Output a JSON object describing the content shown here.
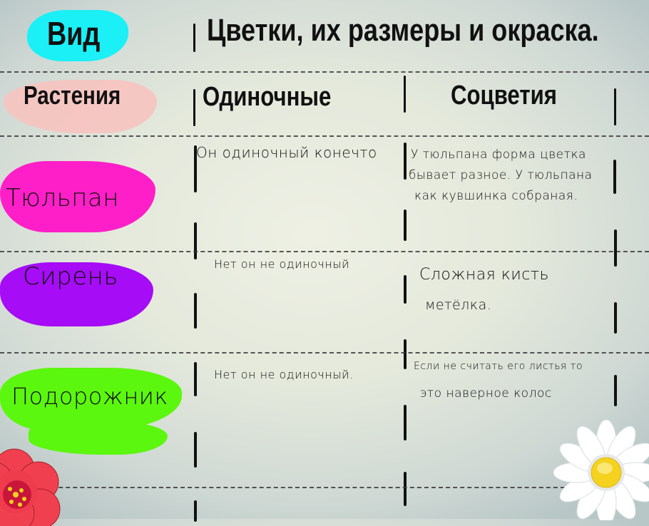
{
  "header": {
    "vid_label": "Вид",
    "title": "Цветки, их размеры и окраска."
  },
  "columns": {
    "plants": "Растения",
    "single": "Одиночные",
    "inflorescence": "Соцветия"
  },
  "rows": [
    {
      "plant": "Тюльпан",
      "highlight": "#ff1fc8",
      "single": "Он одиночный конечто",
      "inflorescence_lines": [
        "У тюльпана форма цветка",
        "бывает разное. У тюльпана",
        "как кувшинка собраная."
      ]
    },
    {
      "plant": "Сирень",
      "highlight": "#a60cf5",
      "single": "Нет он не одиночный",
      "inflorescence_lines": [
        "Сложная кисть",
        "метёлка."
      ]
    },
    {
      "plant": "Подорожник",
      "highlight": "#5cf70e",
      "single": "Нет он не одиночный.",
      "inflorescence_lines": [
        "Если не считать его листья то",
        "это наверное колос"
      ]
    }
  ],
  "colors": {
    "vid_highlight": "#1af0f6",
    "plants_highlight": "#f7c3c0",
    "red_flower": "#f0404f",
    "daisy_center": "#f4d21e"
  },
  "decorations": {
    "bottom_left": "red-flower",
    "bottom_right": "white-daisy"
  }
}
